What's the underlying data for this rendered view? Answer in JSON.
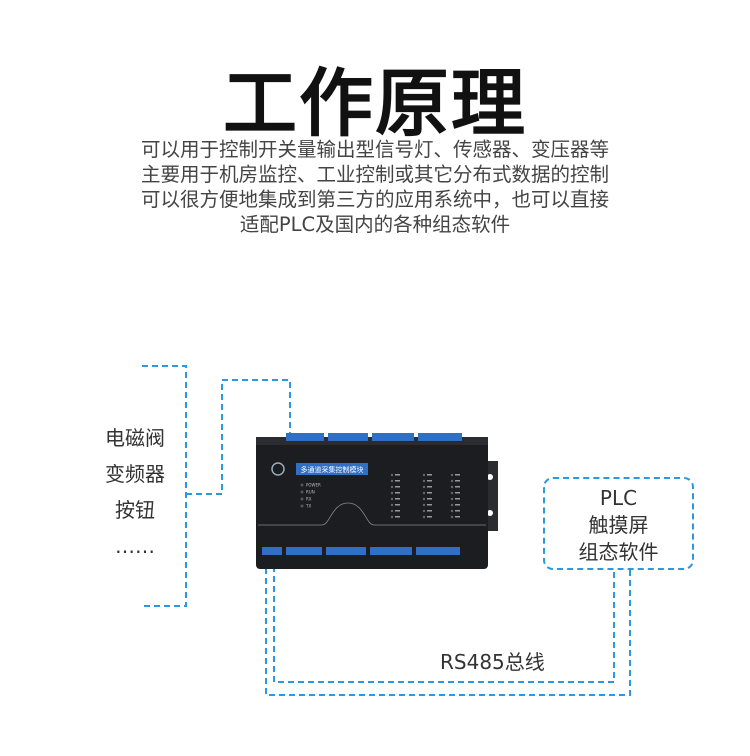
{
  "title": "工作原理",
  "description_lines": [
    "可以用于控制开关量输出型信号灯、传感器、变压器等",
    "主要用于机房监控、工业控制或其它分布式数据的控制",
    "可以很方便地集成到第三方的应用系统中，也可以直接",
    "适配PLC及国内的各种组态软件"
  ],
  "left_devices": [
    "电磁阀",
    "变频器",
    "按钮",
    "……"
  ],
  "plc_box": [
    "PLC",
    "触摸屏",
    "组态软件"
  ],
  "bus_label": "RS485总线",
  "device": {
    "panel_label": "多通道采集控制模块",
    "status_leds": [
      "POWER",
      "RUN",
      "RX",
      "TX"
    ]
  },
  "colors": {
    "dashed_line": "#2a9ae0",
    "device_body": "#1b1d21",
    "panel_blue": "#2f6fc4"
  }
}
